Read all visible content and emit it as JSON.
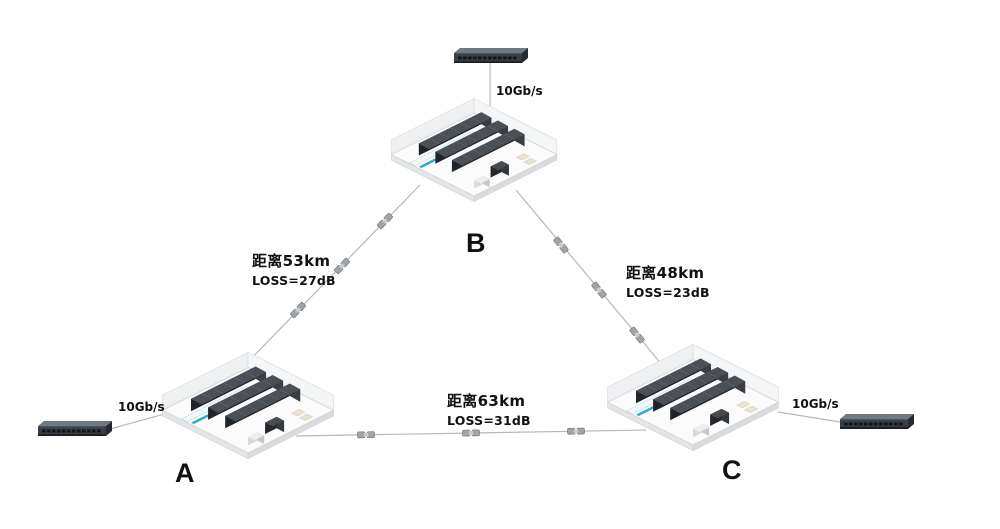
{
  "diagram": {
    "type": "network-topology",
    "nodes": [
      {
        "id": "A",
        "label": "A",
        "kind": "datacenter"
      },
      {
        "id": "B",
        "label": "B",
        "kind": "datacenter"
      },
      {
        "id": "C",
        "label": "C",
        "kind": "datacenter"
      }
    ],
    "links": [
      {
        "from": "A",
        "to": "B",
        "distance_label": "距离53km",
        "loss_label": "LOSS=27dB"
      },
      {
        "from": "B",
        "to": "C",
        "distance_label": "距离48km",
        "loss_label": "LOSS=23dB"
      },
      {
        "from": "A",
        "to": "C",
        "distance_label": "距离63km",
        "loss_label": "LOSS=31dB"
      }
    ],
    "access_links": [
      {
        "node": "B",
        "rate_label": "10Gb/s",
        "device": "ethernet-switch"
      },
      {
        "node": "A",
        "rate_label": "10Gb/s",
        "device": "ethernet-switch"
      },
      {
        "node": "C",
        "rate_label": "10Gb/s",
        "device": "ethernet-switch"
      }
    ]
  },
  "icons": {
    "datacenter": "isometric-server-room",
    "switch": "rack-ethernet-switch",
    "coupler": "fiber-coupler"
  },
  "colors": {
    "background": "#ffffff",
    "link_line": "#b5b8ba",
    "label_text": "#111111",
    "rack_dark": "#202327",
    "walkway_teal": "#35a8c8"
  }
}
